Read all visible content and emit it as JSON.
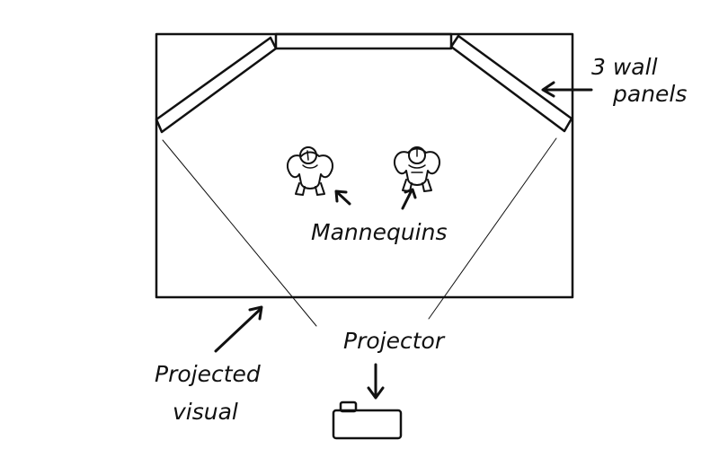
{
  "labels": {
    "wall_panels_line1": "3 wall",
    "wall_panels_line2": "panels",
    "mannequins": "Mannequins",
    "projector": "Projector",
    "projected_visual_line1": "Projected",
    "projected_visual_line2": "visual"
  },
  "colors": {
    "ink": "#111111",
    "background": "#ffffff"
  }
}
